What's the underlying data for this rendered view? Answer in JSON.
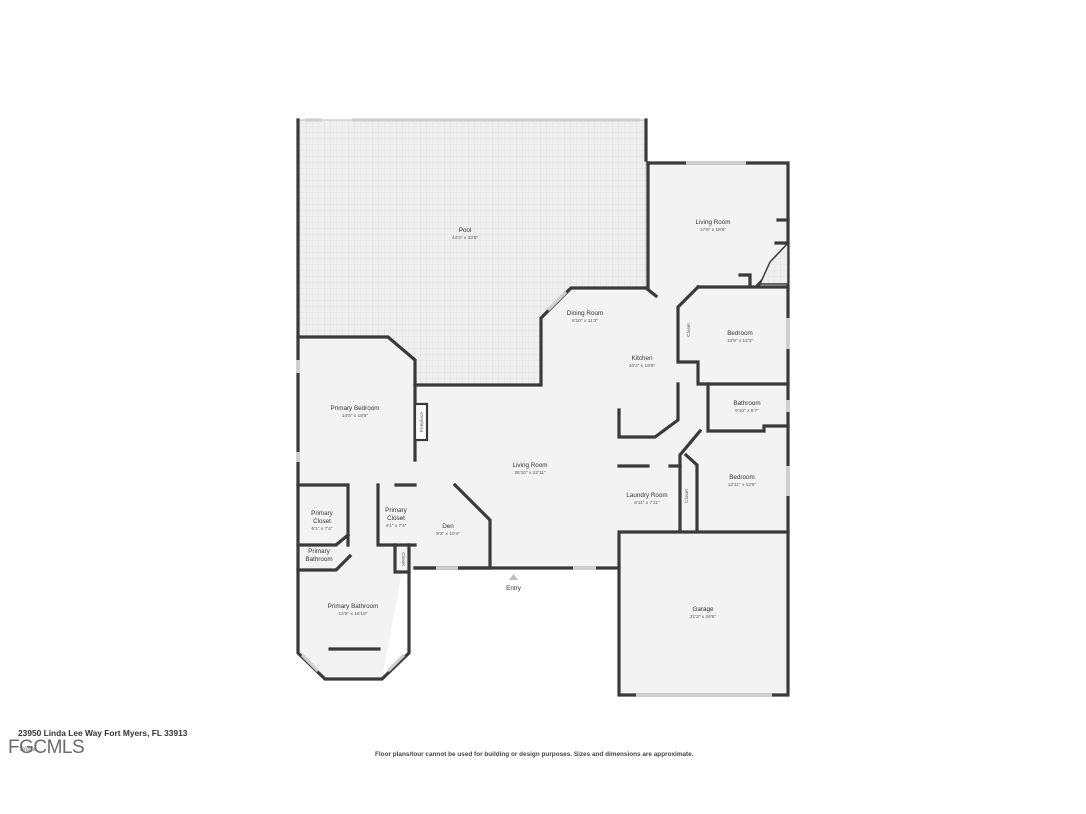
{
  "rooms": [
    {
      "name": "Pool",
      "dim": "44'3\" x 33'8\""
    },
    {
      "name": "Living Room",
      "dim": "17'8\" x 18'6\""
    },
    {
      "name": "Dining Room",
      "dim": "8'10\" x 11'3\""
    },
    {
      "name": "Bedroom",
      "dim": "13'9\" x 12'3\""
    },
    {
      "name": "Kitchen",
      "dim": "10'2\" x 18'9\""
    },
    {
      "name": "Primary Bedroom",
      "dim": "14'5\" x 18'5\""
    },
    {
      "name": "Bathroom",
      "dim": "9'10\" x 5'7\""
    },
    {
      "name": "Living Room",
      "dim": "25'10\" x 22'11\""
    },
    {
      "name": "Bedroom",
      "dim": "12'11\" x 12'5\""
    },
    {
      "name": "Laundry Room",
      "dim": "6'11\" x 7'11\""
    },
    {
      "name": "Primary Closet",
      "dim": "6'1\" x 7'4\""
    },
    {
      "name": "Primary Closet",
      "dim": "4'1\" x 7'4\""
    },
    {
      "name": "Den",
      "dim": "9'2\" x 10'4\""
    },
    {
      "name": "Primary Bathroom",
      "dim": ""
    },
    {
      "name": "Garage",
      "dim": "21'3\" x 20'6\""
    },
    {
      "name": "Primary Bathroom",
      "dim": "14'5\" x 16'10\""
    }
  ],
  "labels": {
    "fireplace": "Fireplace",
    "closet": "Closet",
    "entry": "Entry"
  },
  "footer": {
    "address": "23950 Linda Lee Way Fort Myers, FL 33913",
    "disclaimer": "Floor plans/tour cannot be used for building or design purposes. Sizes and dimensions are approximate.",
    "logo": "FGCMLS",
    "logo_sub": "Bright"
  }
}
